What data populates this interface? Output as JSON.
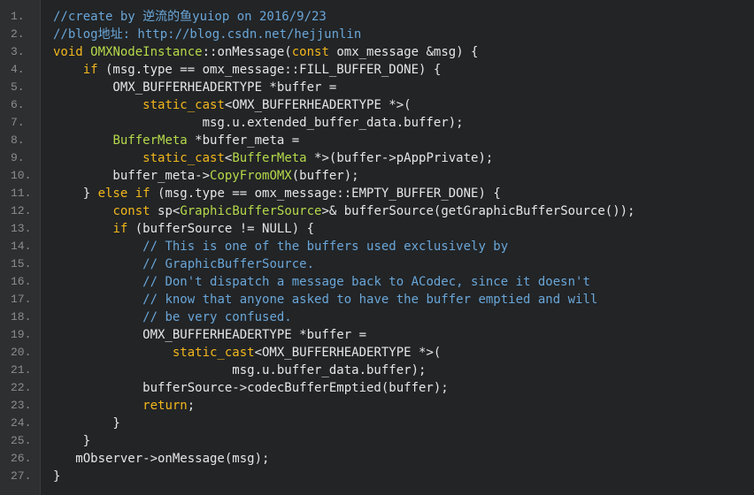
{
  "editor": {
    "colors": {
      "background": "#222426",
      "gutter": "#2d2f31",
      "line_number": "#8a8c8e",
      "text": "#e6e6e6",
      "comment": "#6aa6d8",
      "keyword": "#f2b71c",
      "type": "#b6d94a"
    },
    "line_numbers": [
      "1.",
      "2.",
      "3.",
      "4.",
      "5.",
      "6.",
      "7.",
      "8.",
      "9.",
      "10.",
      "11.",
      "12.",
      "13.",
      "14.",
      "15.",
      "16.",
      "17.",
      "18.",
      "19.",
      "20.",
      "21.",
      "22.",
      "23.",
      "24.",
      "25.",
      "26.",
      "27."
    ],
    "lines": [
      [
        {
          "c": "cmt",
          "t": "//create by 逆流的鱼yuiop on 2016/9/23"
        }
      ],
      [
        {
          "c": "cmt",
          "t": "//blog地址: http://blog.csdn.net/hejjunlin"
        }
      ],
      [
        {
          "c": "kw",
          "t": "void "
        },
        {
          "c": "ty",
          "t": "OMXNodeInstance"
        },
        {
          "c": "txt",
          "t": "::onMessage("
        },
        {
          "c": "kw",
          "t": "const"
        },
        {
          "c": "txt",
          "t": " omx_message &msg) {"
        }
      ],
      [
        {
          "c": "txt",
          "t": "    "
        },
        {
          "c": "kw",
          "t": "if"
        },
        {
          "c": "txt",
          "t": " (msg.type == omx_message::FILL_BUFFER_DONE) {"
        }
      ],
      [
        {
          "c": "txt",
          "t": "        OMX_BUFFERHEADERTYPE *buffer ="
        }
      ],
      [
        {
          "c": "txt",
          "t": "            "
        },
        {
          "c": "kw",
          "t": "static_cast"
        },
        {
          "c": "txt",
          "t": "<OMX_BUFFERHEADERTYPE *>("
        }
      ],
      [
        {
          "c": "txt",
          "t": "                    msg.u.extended_buffer_data.buffer);"
        }
      ],
      [
        {
          "c": "txt",
          "t": "        "
        },
        {
          "c": "ty",
          "t": "BufferMeta"
        },
        {
          "c": "txt",
          "t": " *buffer_meta ="
        }
      ],
      [
        {
          "c": "txt",
          "t": "            "
        },
        {
          "c": "kw",
          "t": "static_cast"
        },
        {
          "c": "txt",
          "t": "<"
        },
        {
          "c": "ty",
          "t": "BufferMeta"
        },
        {
          "c": "txt",
          "t": " *>(buffer->pAppPrivate);"
        }
      ],
      [
        {
          "c": "txt",
          "t": "        buffer_meta->"
        },
        {
          "c": "ty",
          "t": "CopyFromOMX"
        },
        {
          "c": "txt",
          "t": "(buffer);"
        }
      ],
      [
        {
          "c": "txt",
          "t": "    } "
        },
        {
          "c": "kw",
          "t": "else if"
        },
        {
          "c": "txt",
          "t": " (msg.type == omx_message::EMPTY_BUFFER_DONE) {"
        }
      ],
      [
        {
          "c": "txt",
          "t": "        "
        },
        {
          "c": "kw",
          "t": "const"
        },
        {
          "c": "txt",
          "t": " sp<"
        },
        {
          "c": "ty",
          "t": "GraphicBufferSource"
        },
        {
          "c": "txt",
          "t": ">& bufferSource(getGraphicBufferSource());"
        }
      ],
      [
        {
          "c": "txt",
          "t": "        "
        },
        {
          "c": "kw",
          "t": "if"
        },
        {
          "c": "txt",
          "t": " (bufferSource != NULL) {"
        }
      ],
      [
        {
          "c": "txt",
          "t": "            "
        },
        {
          "c": "cmt",
          "t": "// This is one of the buffers used exclusively by"
        }
      ],
      [
        {
          "c": "txt",
          "t": "            "
        },
        {
          "c": "cmt",
          "t": "// GraphicBufferSource."
        }
      ],
      [
        {
          "c": "txt",
          "t": "            "
        },
        {
          "c": "cmt",
          "t": "// Don't dispatch a message back to ACodec, since it doesn't"
        }
      ],
      [
        {
          "c": "txt",
          "t": "            "
        },
        {
          "c": "cmt",
          "t": "// know that anyone asked to have the buffer emptied and will"
        }
      ],
      [
        {
          "c": "txt",
          "t": "            "
        },
        {
          "c": "cmt",
          "t": "// be very confused."
        }
      ],
      [
        {
          "c": "txt",
          "t": "            OMX_BUFFERHEADERTYPE *buffer ="
        }
      ],
      [
        {
          "c": "txt",
          "t": "                "
        },
        {
          "c": "kw",
          "t": "static_cast"
        },
        {
          "c": "txt",
          "t": "<OMX_BUFFERHEADERTYPE *>("
        }
      ],
      [
        {
          "c": "txt",
          "t": "                        msg.u.buffer_data.buffer);"
        }
      ],
      [
        {
          "c": "txt",
          "t": "            bufferSource->codecBufferEmptied(buffer);"
        }
      ],
      [
        {
          "c": "txt",
          "t": "            "
        },
        {
          "c": "kw",
          "t": "return"
        },
        {
          "c": "txt",
          "t": ";"
        }
      ],
      [
        {
          "c": "txt",
          "t": "        }"
        }
      ],
      [
        {
          "c": "txt",
          "t": "    }"
        }
      ],
      [
        {
          "c": "txt",
          "t": "   mObserver->onMessage(msg);"
        }
      ],
      [
        {
          "c": "txt",
          "t": "}"
        }
      ]
    ]
  }
}
